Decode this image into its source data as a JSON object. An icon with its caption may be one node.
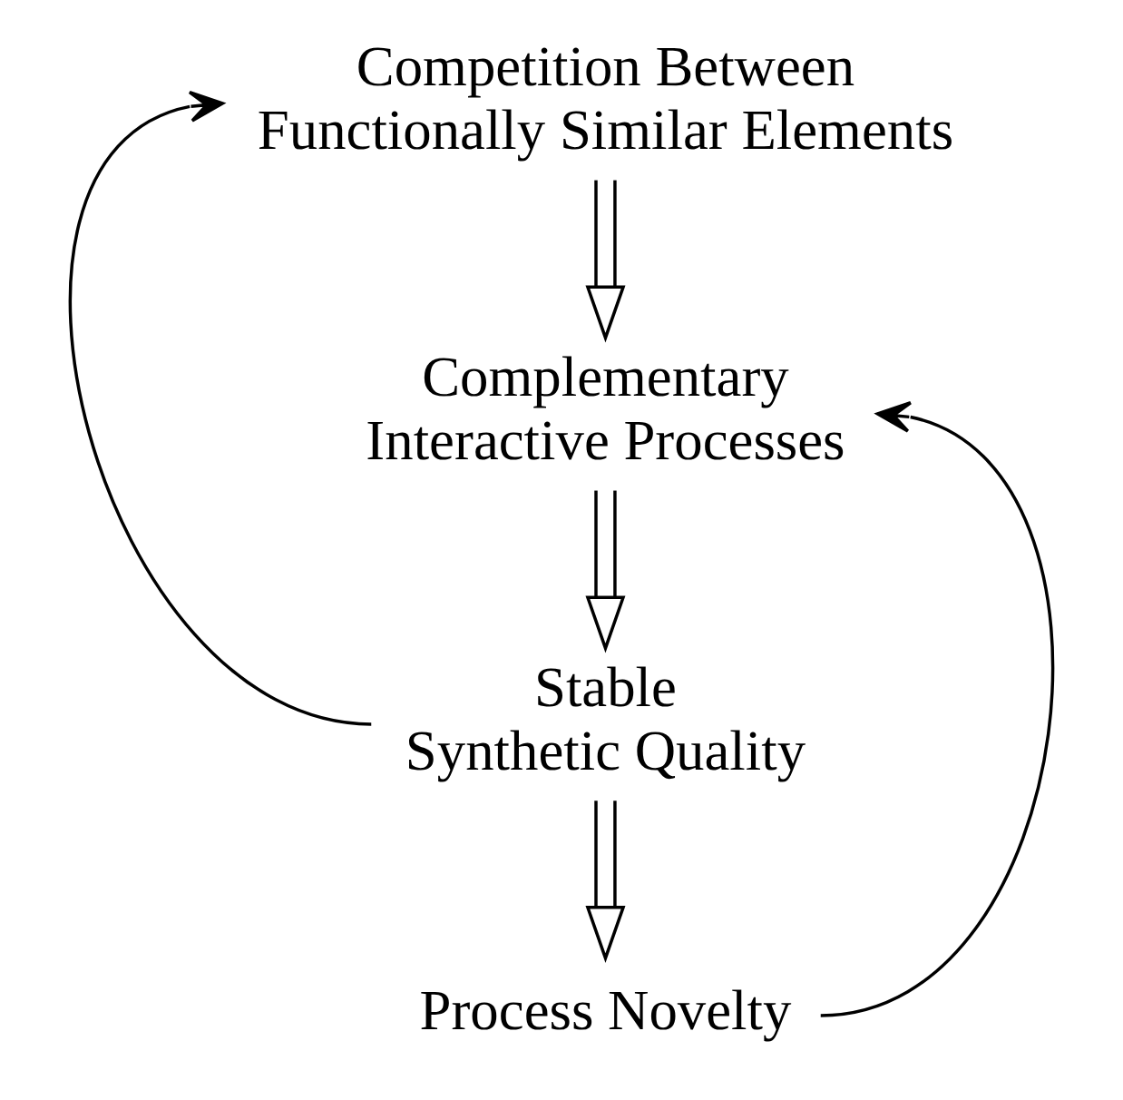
{
  "diagram": {
    "nodes": [
      {
        "text": [
          "Competition Between Functionally Similar Elements"
        ]
      },
      {
        "text": [
          "Complementary Interactive Processes"
        ]
      },
      {
        "text": [
          "Stable Synthetic Quality"
        ]
      },
      {
        "text": [
          "Process Novelty"
        ]
      }
    ],
    "edges": [
      {
        "from": 0,
        "to": 1,
        "arrow": "to"
      },
      {
        "from": 1,
        "to": 2,
        "arrow": "to"
      },
      {
        "from": 2,
        "to": 3,
        "arrow": "to"
      },
      {
        "from": 2,
        "to": 0,
        "arrow": "to"
      },
      {
        "from": 3,
        "to": 1,
        "arrow": "to"
      }
    ]
  }
}
